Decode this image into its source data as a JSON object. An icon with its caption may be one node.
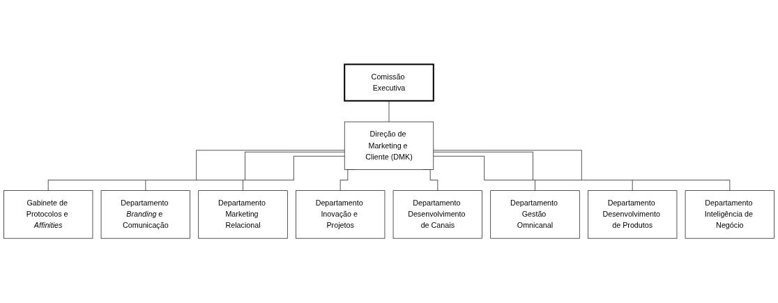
{
  "diagram": {
    "nodes": [
      {
        "text": [
          "Comissão Executiva"
        ]
      },
      {
        "text": [
          "Direção de Marketing e Cliente (DMK)"
        ]
      },
      {
        "text": [
          "Gabinete de Protocolos e *Affinities*"
        ]
      },
      {
        "text": [
          "Departamento *Branding* e Comunicação"
        ]
      },
      {
        "text": [
          "Departamento Marketing Relacional"
        ]
      },
      {
        "text": [
          "Departamento Inovação e Projetos"
        ]
      },
      {
        "text": [
          "Departamento Desenvolvimento de Canais"
        ]
      },
      {
        "text": [
          "Departamento Gestão Omnicanal"
        ]
      },
      {
        "text": [
          "Departamento Desenvolvimento de Produtos"
        ]
      },
      {
        "text": [
          "Departamento Inteligência de Negócio"
        ]
      }
    ],
    "edges": [
      {
        "from": 0,
        "to": 1,
        "arrow": "none"
      },
      {
        "from": 1,
        "to": 2,
        "arrow": "none"
      },
      {
        "from": 1,
        "to": 3,
        "arrow": "none"
      },
      {
        "from": 1,
        "to": 4,
        "arrow": "none"
      },
      {
        "from": 1,
        "to": 5,
        "arrow": "none"
      },
      {
        "from": 1,
        "to": 6,
        "arrow": "none"
      },
      {
        "from": 1,
        "to": 7,
        "arrow": "none"
      },
      {
        "from": 1,
        "to": 8,
        "arrow": "none"
      },
      {
        "from": 1,
        "to": 9,
        "arrow": "none"
      }
    ]
  }
}
